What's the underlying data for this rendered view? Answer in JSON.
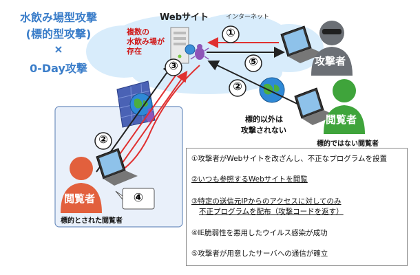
{
  "title": {
    "line1": "水飲み場型攻撃",
    "line2": "(標的型攻撃)",
    "line3": "×",
    "line4": "0-Day攻撃"
  },
  "website_label": "Webサイト",
  "internet_label": "インターネット",
  "multi_sites_note": [
    "複数の",
    "水飲み場が",
    "存在"
  ],
  "not_attacked_note": [
    "標的以外は",
    "攻撃されない"
  ],
  "attacker_badge": "攻撃者",
  "viewer_badge_right": "閲覧者",
  "viewer_badge_left": "閲覧者",
  "non_target_caption": "標的ではない閲覧者",
  "target_caption": "標的とされた閲覧者",
  "steps": [
    "①",
    "②",
    "③",
    "④",
    "⑤",
    "②"
  ],
  "legend": {
    "item1": "①攻撃者がWebサイトを改ざんし、不正なプログラムを設置",
    "item2": "②いつも参照するWebサイトを閲覧",
    "item3a": "③特定の送信元IPからのアクセスに対してのみ",
    "item3b": "不正プログラムを配布（攻撃コードを返す）",
    "item4": "④IE脆弱性を悪用したウイルス感染が成功",
    "item5": "⑤攻撃者が用意したサーバへの通信が確立"
  },
  "colors": {
    "title_blue": "#3a7dc9",
    "note_red": "#d01818",
    "arrow_red": "#e03030",
    "cloud_blue": "#d8ecfb",
    "network_box": "#e9f0fa",
    "attacker_gray": "#6b6f75",
    "viewer_green": "#3fa43b",
    "target_orange": "#e2603d"
  }
}
